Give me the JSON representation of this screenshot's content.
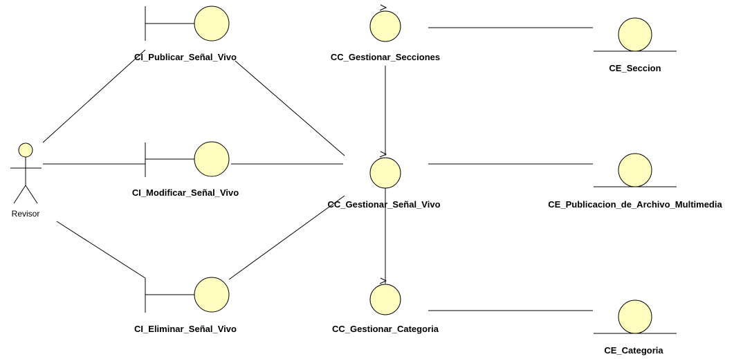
{
  "diagram": {
    "actor": {
      "label": "Revisor"
    },
    "boundaries": [
      {
        "id": "publicar",
        "label": "CI_Publicar_Señal_Vivo"
      },
      {
        "id": "modificar",
        "label": "CI_Modificar_Señal_Vivo"
      },
      {
        "id": "eliminar",
        "label": "CI_Eliminar_Señal_Vivo"
      }
    ],
    "controls": [
      {
        "id": "secciones",
        "label": "CC_Gestionar_Secciones"
      },
      {
        "id": "senal",
        "label": "CC_Gestionar_Señal_Vivo"
      },
      {
        "id": "categoria",
        "label": "CC_Gestionar_Categoria"
      }
    ],
    "entities": [
      {
        "id": "seccion",
        "label": "CE_Seccion"
      },
      {
        "id": "publicacion",
        "label": "CE_Publicacion_de_Archivo_Multimedia"
      },
      {
        "id": "categoria",
        "label": "CE_Categoria"
      }
    ],
    "colors": {
      "element_fill": "#fffcc0",
      "line": "#000000"
    }
  }
}
